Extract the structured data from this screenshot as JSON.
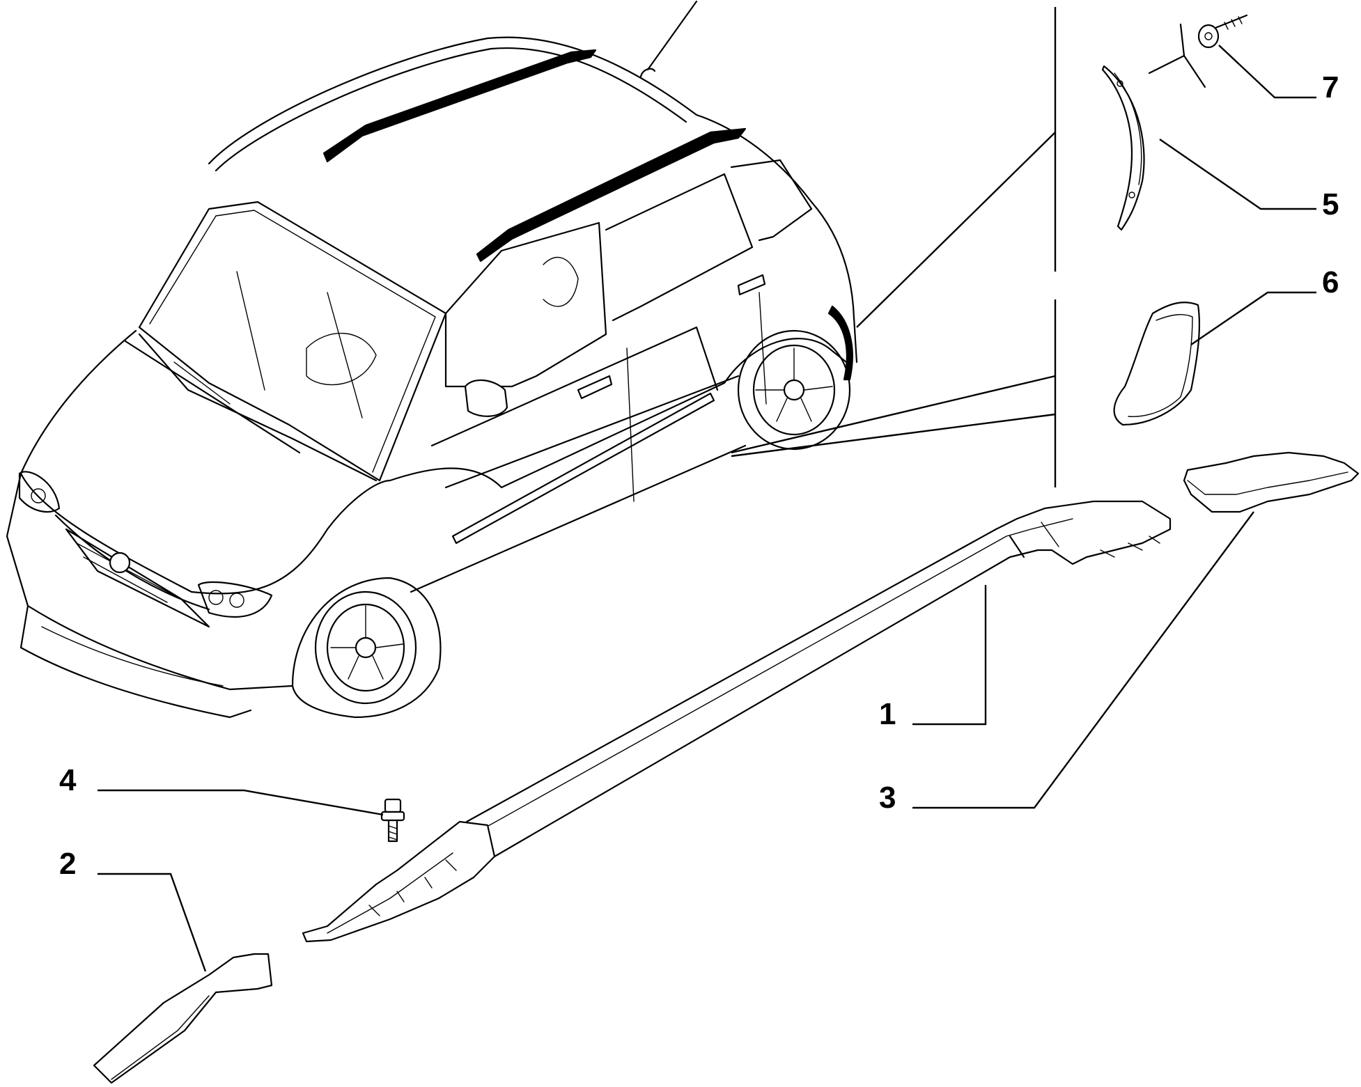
{
  "diagram": {
    "type": "exploded parts diagram",
    "colors": {
      "line": "#000000",
      "background": "#ffffff"
    },
    "callouts": [
      {
        "id": "1",
        "label": "1"
      },
      {
        "id": "2",
        "label": "2"
      },
      {
        "id": "3",
        "label": "3"
      },
      {
        "id": "4",
        "label": "4"
      },
      {
        "id": "5",
        "label": "5"
      },
      {
        "id": "6",
        "label": "6"
      },
      {
        "id": "7",
        "label": "7"
      }
    ]
  }
}
